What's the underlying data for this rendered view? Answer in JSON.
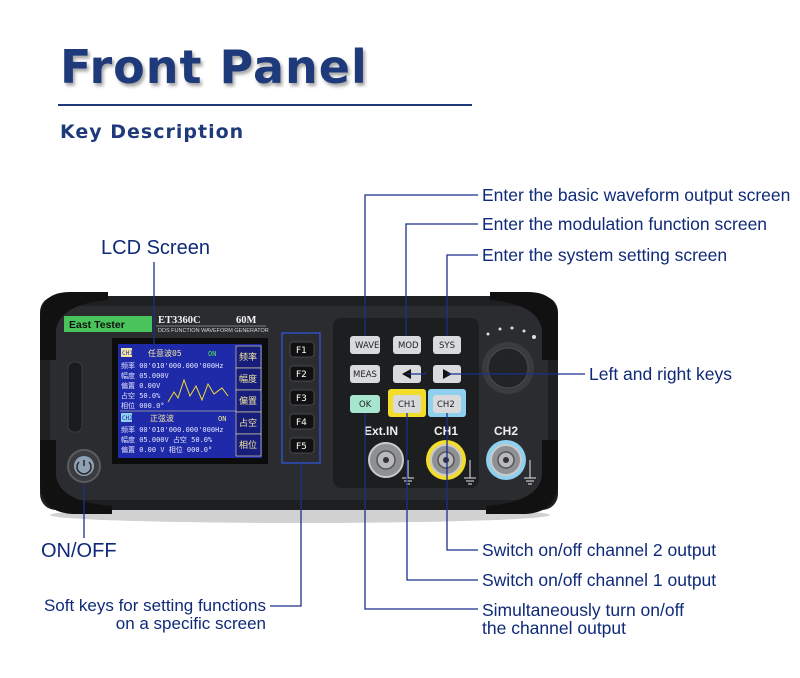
{
  "header": {
    "title": "Front Panel",
    "subtitle": "Key Description"
  },
  "callouts": {
    "lcd_screen": "LCD Screen",
    "on_off": "ON/OFF",
    "soft_keys_line1": "Soft keys for setting functions",
    "soft_keys_line2": "on a specific screen",
    "wave": "Enter the basic waveform output screen",
    "mod": "Enter the modulation function screen",
    "sys": "Enter the system setting screen",
    "left_right": "Left and right keys",
    "ch2_switch": "Switch on/off channel 2 output",
    "ch1_switch": "Switch on/off channel 1 output",
    "simultaneous_line1": "Simultaneously turn on/off",
    "simultaneous_line2": "the channel output"
  },
  "device": {
    "brand": "East Tester",
    "model": "ET3360C",
    "bandwidth": "60M",
    "model_subtitle": "DDS FUNCTION WAVEFORM GENERATOR",
    "buttons": {
      "wave": "WAVE",
      "mod": "MOD",
      "sys": "SYS",
      "meas": "MEAS",
      "ok": "OK",
      "ch1": "CH1",
      "ch2": "CH2"
    },
    "soft_keys": [
      "F1",
      "F2",
      "F3",
      "F4",
      "F5"
    ],
    "jacks": {
      "ext_in": "Ext.IN",
      "ch1": "CH1",
      "ch2": "CH2"
    },
    "lcd": {
      "ch1_tag": "CH1",
      "ch1_wave": "任意波05",
      "ch1_state": "ON",
      "ch1_rows": [
        "频率 00'010'000.000'000Hz",
        "幅度 05.000V",
        "偏置 0.00V",
        "占空 50.0%",
        "相位 000.0°"
      ],
      "ch2_tag": "CH2",
      "ch2_wave": "正弦波",
      "ch2_state": "ON",
      "ch2_rows": [
        "频率 00'010'000.000'000Hz",
        "幅度 05.000V  占空 50.0%",
        "偏置 0.00 V  相位 000.0°"
      ],
      "side_labels": [
        "频率",
        "幅度",
        "偏置",
        "占空",
        "相位"
      ]
    }
  },
  "colors": {
    "title": "#1f3a7a",
    "callout_text": "#0f2a78",
    "leader_line": "#1a2f8a",
    "lcd_background": "#1f2aa8",
    "brand_badge": "#49c45a",
    "ch1_highlight": "#f2dc2c",
    "ch2_highlight": "#8fd0ef"
  }
}
